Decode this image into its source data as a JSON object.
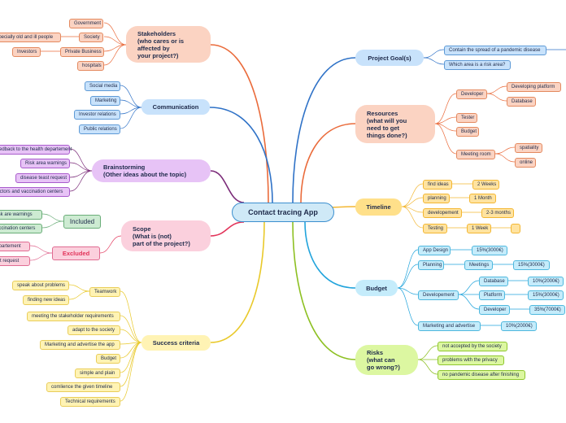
{
  "root": "Contact tracing App",
  "colors": {
    "blue": "#2f72c7",
    "orange": "#ea6b3b",
    "yellow": "#e9c92a",
    "purple": "#7a2a78",
    "cyan": "#22a4dc",
    "green": "#8dc022",
    "pink": "#e2345a",
    "amber": "#f3b733"
  },
  "stakeholders": {
    "title": [
      "Stakeholders",
      "(who cares or is",
      "affected by",
      "your project?)"
    ],
    "items": [
      "Government",
      "Society",
      "especially old and ill people",
      "Private Business",
      "Investors",
      "hospitals"
    ]
  },
  "communication": {
    "title": "Communication",
    "items": [
      "Social media",
      "Marketing",
      "Investor relations",
      "Public relations"
    ]
  },
  "brainstorming": {
    "title": [
      "Brainstorming",
      "(Other ideas about the topic)"
    ],
    "items": [
      "Feedback to the health departement",
      "Risk area warnings",
      "disease teast request",
      "Doctors and vaccination centers"
    ]
  },
  "scope": {
    "title": [
      "Scope",
      "(What is (not)",
      "part of the project?)"
    ],
    "included": "Included",
    "excluded": "Excluded",
    "included_items": [
      "Risk are warnings",
      "vaccination centers"
    ],
    "excluded_items": [
      "departement",
      "test request"
    ]
  },
  "success": {
    "title": "Success criteria",
    "teamwork": "Teamwork",
    "teamwork_items": [
      "speak about problems",
      "finding new ideas"
    ],
    "items": [
      "meeting the stakeholder requirements",
      "adapt to the society",
      "Marketing and advertise the app",
      "Budget",
      "simple and plain",
      "comlience the given timeline",
      "Technical requirements"
    ]
  },
  "goals": {
    "title": "Project Goal(s)",
    "items": [
      "Contain the spread of a pandemic disease",
      "Which area is a risk area?"
    ]
  },
  "resources": {
    "title": [
      "Resources",
      "(what will you",
      "need to get",
      "things done?)"
    ],
    "developer": "Developer",
    "developer_items": [
      "Developing platform",
      "Database"
    ],
    "tester": "Tester",
    "budget": "Budget",
    "meeting_room": "Meeting room",
    "meeting_items": [
      "spatiality",
      "online"
    ]
  },
  "timeline": {
    "title": "Timeline",
    "rows": [
      {
        "task": "find ideas",
        "time": "2 Weeks"
      },
      {
        "task": "planning",
        "time": "1 Month"
      },
      {
        "task": "developement",
        "time": "2-3 months"
      },
      {
        "task": "Testing",
        "time": "1 Week"
      }
    ]
  },
  "budget": {
    "title": "Budget",
    "app_design": "App Design",
    "app_design_cost": "15%(3000€)",
    "planning": "Planning",
    "meetings": "Meetings",
    "meetings_cost": "15%(3000€)",
    "development": "Developement",
    "dev_items": [
      {
        "name": "Database",
        "cost": "10%(2000€)"
      },
      {
        "name": "Platform",
        "cost": "15%(3000€)"
      },
      {
        "name": "Developer",
        "cost": "35%(7000€)"
      }
    ],
    "marketing": "Marketing and advertise",
    "marketing_cost": "10%(2000€)"
  },
  "risks": {
    "title": [
      "Risks",
      "(what can",
      "go wrong?)"
    ],
    "items": [
      "not accepted by the society",
      "problems with the privacy",
      "no pandemic disease after finishing"
    ]
  }
}
